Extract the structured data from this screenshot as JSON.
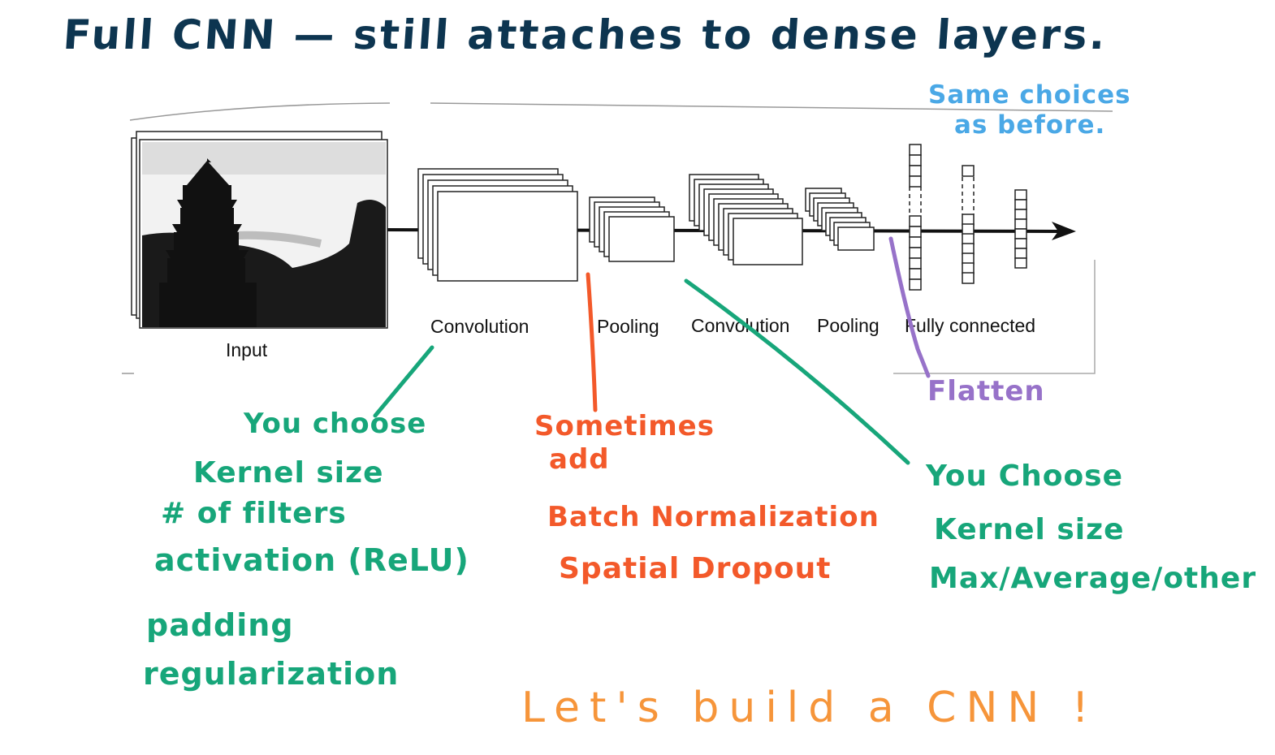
{
  "title": "Full CNN — still attaches to dense layers.",
  "diagram": {
    "labels": {
      "input": "Input",
      "convolution1": "Convolution",
      "pooling1": "Pooling",
      "convolution2": "Convolution",
      "pooling2": "Pooling",
      "fully_connected": "Fully connected"
    }
  },
  "annotations": {
    "same_choices": [
      "Same choices",
      "as before."
    ],
    "conv_choices": {
      "header": "You choose",
      "items": [
        "Kernel size",
        "# of filters",
        "activation (ReLU)",
        "padding",
        "regularization"
      ]
    },
    "sometimes_add": {
      "header": [
        "Sometimes",
        "add"
      ],
      "items": [
        "Batch Normalization",
        "Spatial Dropout"
      ]
    },
    "flatten": "Flatten",
    "pool_choices": {
      "header": "You Choose",
      "items": [
        "Kernel size",
        "Max/Average/other"
      ]
    },
    "footer": "Let's build a CNN !"
  },
  "colors": {
    "title": "#0d3550",
    "blue_note": "#4aa8e6",
    "green": "#17a67a",
    "red_orange": "#f3592a",
    "purple": "#9772c9",
    "orange": "#f6953a"
  }
}
